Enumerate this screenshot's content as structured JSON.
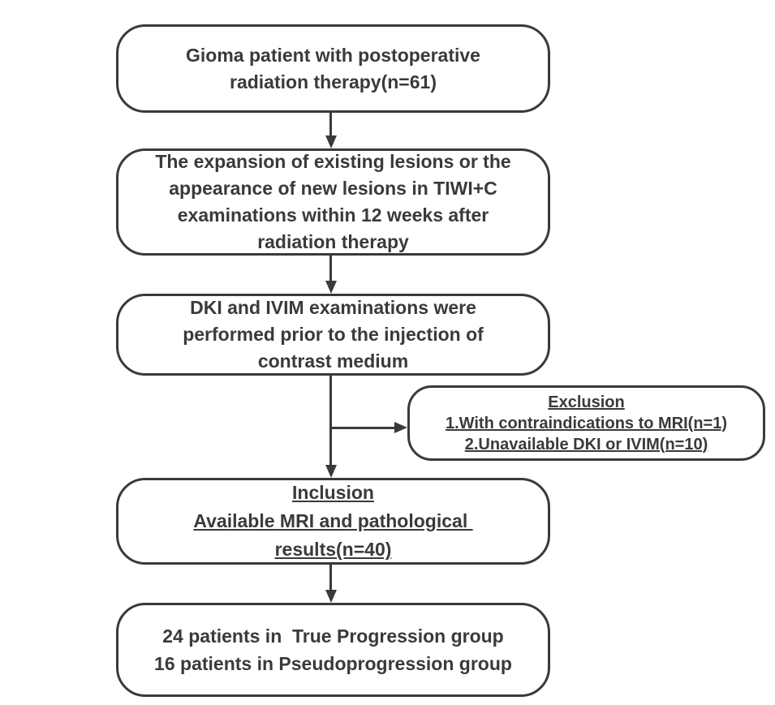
{
  "flowchart": {
    "box_glioma": {
      "lines": [
        "Gioma patient with postoperative",
        "radiation therapy(n=61)"
      ]
    },
    "box_lesions": {
      "lines": [
        "The expansion of existing lesions or the",
        "appearance of new lesions in TIWI+C",
        "examinations within 12 weeks after",
        "radiation therapy"
      ]
    },
    "box_dki_ivim": {
      "lines": [
        "DKI and IVIM examinations were",
        "performed prior to the injection of",
        "contrast medium"
      ]
    },
    "box_exclusion": {
      "title": "Exclusion",
      "items": [
        "1.With contraindications to MRI(n=1)",
        "2.Unavailable DKI or IVIM(n=10)"
      ]
    },
    "box_inclusion": {
      "title": "Inclusion",
      "lines": [
        "Available MRI and pathological ",
        "results(n=40)"
      ]
    },
    "box_groups": {
      "lines": [
        "24 patients in  True Progression group",
        "16 patients in Pseudoprogression group"
      ]
    },
    "colors": {
      "stroke": "#3a3a3a",
      "text": "#3a3a3a",
      "background": "#ffffff"
    }
  }
}
